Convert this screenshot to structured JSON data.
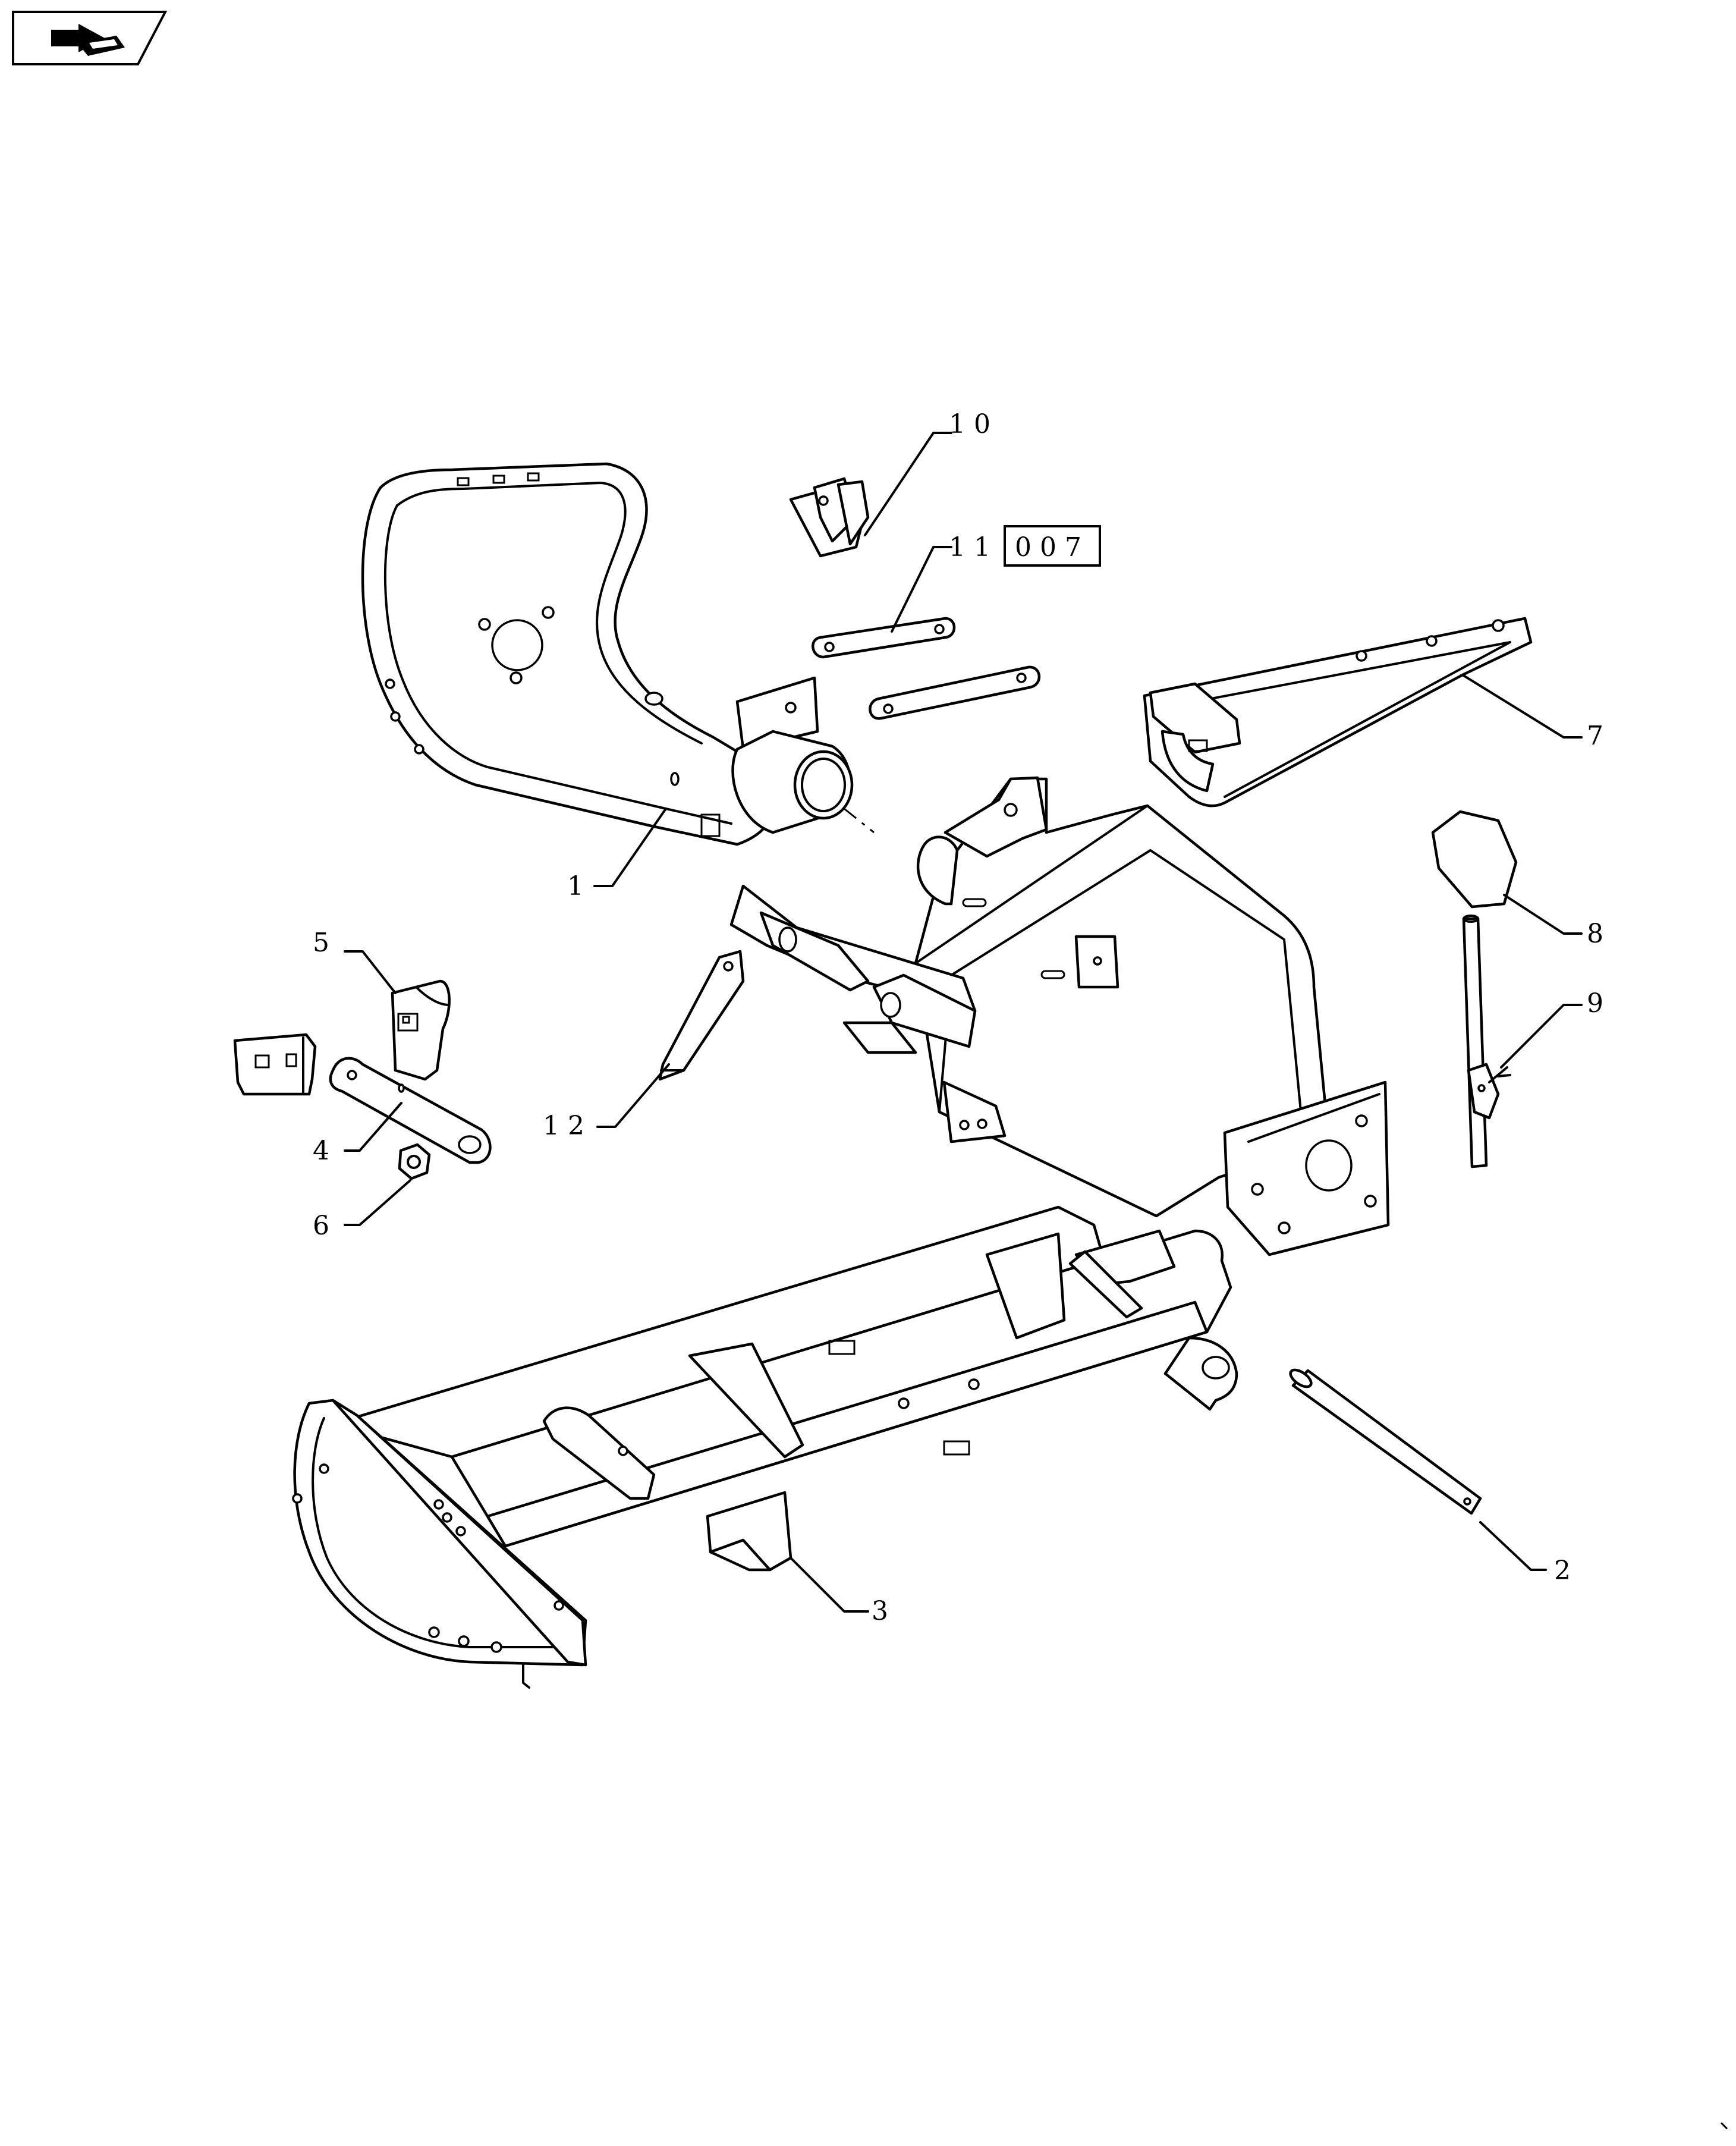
{
  "nav": {
    "back_icon": "back-arrow-icon"
  },
  "reference_box": {
    "label": "007"
  },
  "callouts": [
    {
      "id": "1",
      "label": "1"
    },
    {
      "id": "2",
      "label": "2"
    },
    {
      "id": "3",
      "label": "3"
    },
    {
      "id": "4",
      "label": "4"
    },
    {
      "id": "5",
      "label": "5"
    },
    {
      "id": "6",
      "label": "6"
    },
    {
      "id": "7",
      "label": "7"
    },
    {
      "id": "8",
      "label": "8"
    },
    {
      "id": "9",
      "label": "9"
    },
    {
      "id": "10",
      "label": "10"
    },
    {
      "id": "11",
      "label": "11"
    },
    {
      "id": "12",
      "label": "12"
    }
  ],
  "colors": {
    "line": "#000000",
    "background": "#ffffff"
  }
}
